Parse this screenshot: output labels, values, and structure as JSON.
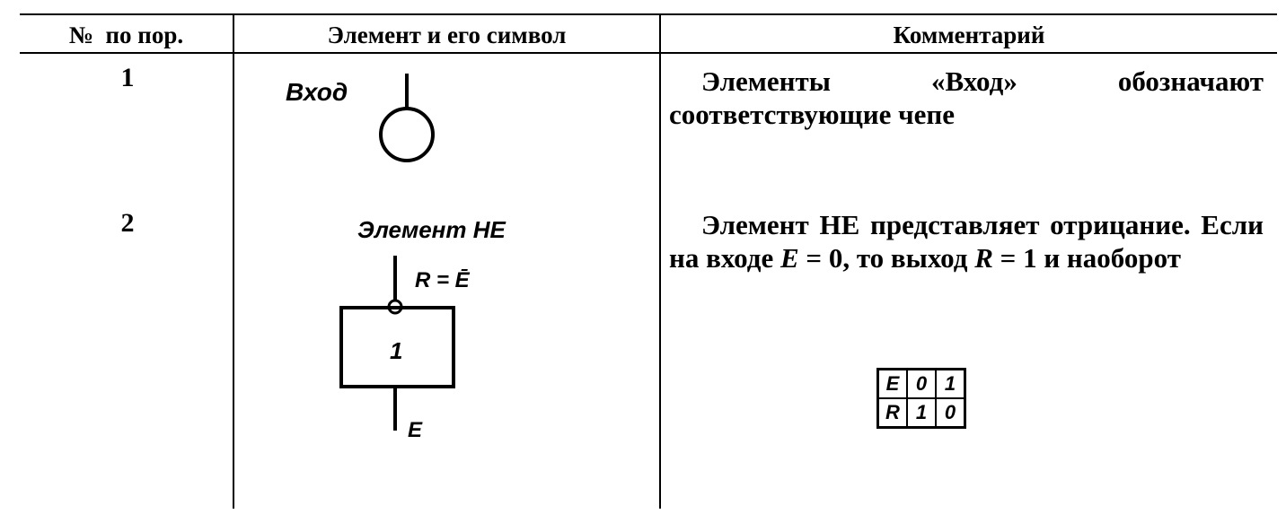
{
  "table": {
    "headers": {
      "col1": "№  по пор.",
      "col2": "Элемент и его символ",
      "col3": "Комментарий"
    },
    "rows": [
      {
        "number": "1",
        "symbol_label": "Вход",
        "comment": "Элементы «Вход» обозначают соответствующие чепе"
      },
      {
        "number": "2",
        "symbol_title": "Элемент НЕ",
        "output_label": "R = Ē",
        "box_label": "1",
        "input_label": "E",
        "comment_parts": {
          "p1": "Элемент НЕ представляет отрицание. Если на входе ",
          "var1": "E",
          "p2": " = 0, то выход ",
          "var2": "R",
          "p3": " = 1 и наоборот"
        },
        "truth_table": [
          [
            "E",
            "0",
            "1"
          ],
          [
            "R",
            "1",
            "0"
          ]
        ]
      }
    ]
  }
}
